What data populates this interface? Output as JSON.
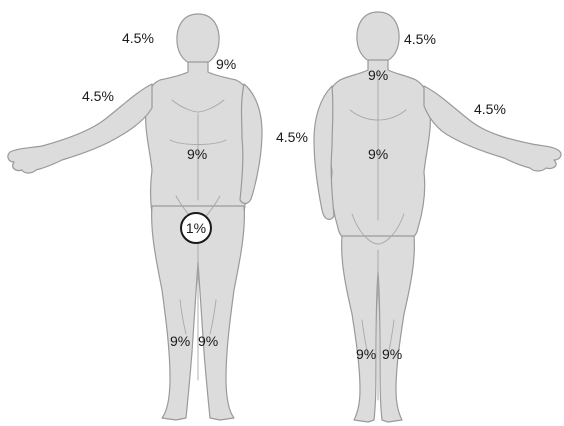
{
  "front": {
    "head": "4.5%",
    "right_arm": "4.5%",
    "chest_right_label": "9%",
    "abdomen": "9%",
    "genitals": "1%",
    "right_leg": "9%",
    "left_leg": "9%"
  },
  "back": {
    "head": "4.5%",
    "left_arm": "4.5%",
    "right_arm": "4.5%",
    "upper_back": "9%",
    "lower_back": "9%",
    "left_leg": "9%",
    "right_leg": "9%"
  },
  "colors": {
    "body_fill": "#dcdcdc",
    "body_outline": "#9a9a9a",
    "label_text": "#1a1a1a"
  }
}
